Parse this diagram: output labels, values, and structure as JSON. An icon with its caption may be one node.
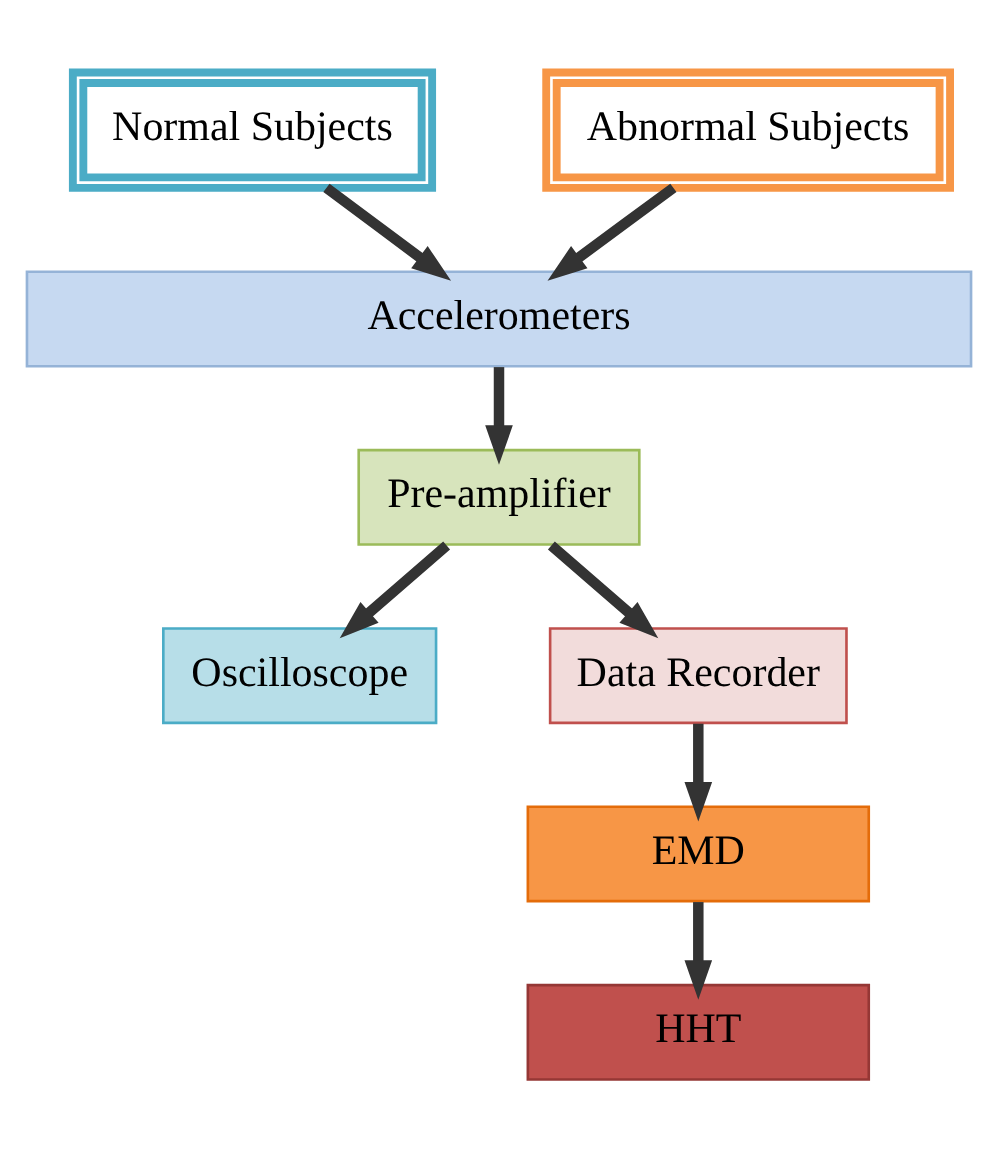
{
  "diagram": {
    "nodes": [
      {
        "text": [
          "Normal Subjects"
        ]
      },
      {
        "text": [
          "Abnormal Subjects"
        ]
      },
      {
        "text": [
          "Accelerometers"
        ]
      },
      {
        "text": [
          "Pre-amplifier"
        ]
      },
      {
        "text": [
          "Oscilloscope"
        ]
      },
      {
        "text": [
          "Data Recorder"
        ]
      },
      {
        "text": [
          "EMD"
        ]
      },
      {
        "text": [
          "HHT"
        ]
      }
    ],
    "edges": [
      {
        "from": 0,
        "to": 2,
        "arrow": "to"
      },
      {
        "from": 1,
        "to": 2,
        "arrow": "to"
      },
      {
        "from": 2,
        "to": 3,
        "arrow": "to"
      },
      {
        "from": 3,
        "to": 5,
        "arrow": "to"
      },
      {
        "from": 3,
        "to": 4,
        "arrow": "to"
      },
      {
        "from": 5,
        "to": 6,
        "arrow": "to"
      },
      {
        "from": 6,
        "to": 7,
        "arrow": "to"
      }
    ]
  }
}
